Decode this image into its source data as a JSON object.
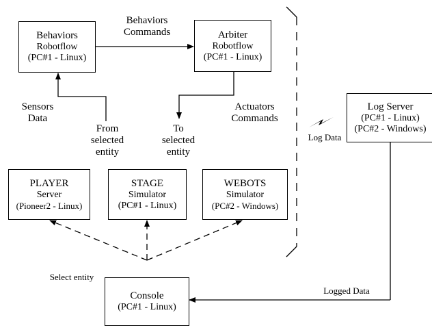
{
  "boxes": {
    "behaviors": {
      "lines": [
        "Behaviors",
        "Robotflow",
        "(PC#1 - Linux)"
      ]
    },
    "arbiter": {
      "lines": [
        "Arbiter",
        "Robotflow",
        "(PC#1 - Linux)"
      ]
    },
    "log_server": {
      "lines": [
        "Log Server",
        "(PC#1 - Linux)",
        "(PC#2 - Windows)"
      ]
    },
    "player": {
      "lines": [
        "PLAYER",
        "Server",
        "(Pioneer2 - Linux)"
      ]
    },
    "stage": {
      "lines": [
        "STAGE",
        "Simulator",
        "(PC#1 - Linux)"
      ]
    },
    "webots": {
      "lines": [
        "WEBOTS",
        "Simulator",
        "(PC#2 - Windows)"
      ]
    },
    "console": {
      "lines": [
        "Console",
        "(PC#1 - Linux)"
      ]
    }
  },
  "labels": {
    "behaviors_commands": [
      "Behaviors",
      "Commands"
    ],
    "sensors_data": [
      "Sensors",
      "Data"
    ],
    "from_selected_entity": [
      "From",
      "selected",
      "entity"
    ],
    "actuators_commands": [
      "Actuators",
      "Commands"
    ],
    "to_selected_entity": [
      "To",
      "selected",
      "entity"
    ],
    "log_data": "Log Data",
    "select_entity": "Select entity",
    "logged_data": "Logged Data"
  }
}
